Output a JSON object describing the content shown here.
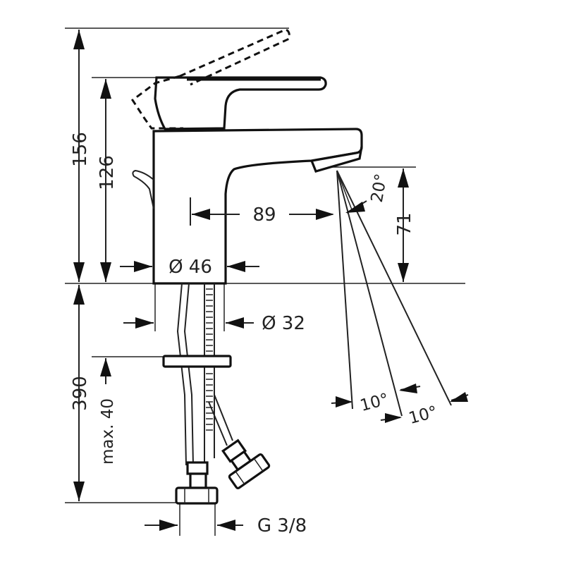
{
  "dimensions": {
    "total_height_above": "156",
    "body_height": "126",
    "spout_reach": "89",
    "spout_clearance": "71",
    "spray_angle": "20°",
    "body_diameter": "Ø 46",
    "shank_diameter": "Ø 32",
    "shank_length": "390",
    "max_counter_thickness": "max. 40",
    "angle_a": "10°",
    "angle_b": "10°",
    "connection_thread": "G 3/8"
  }
}
